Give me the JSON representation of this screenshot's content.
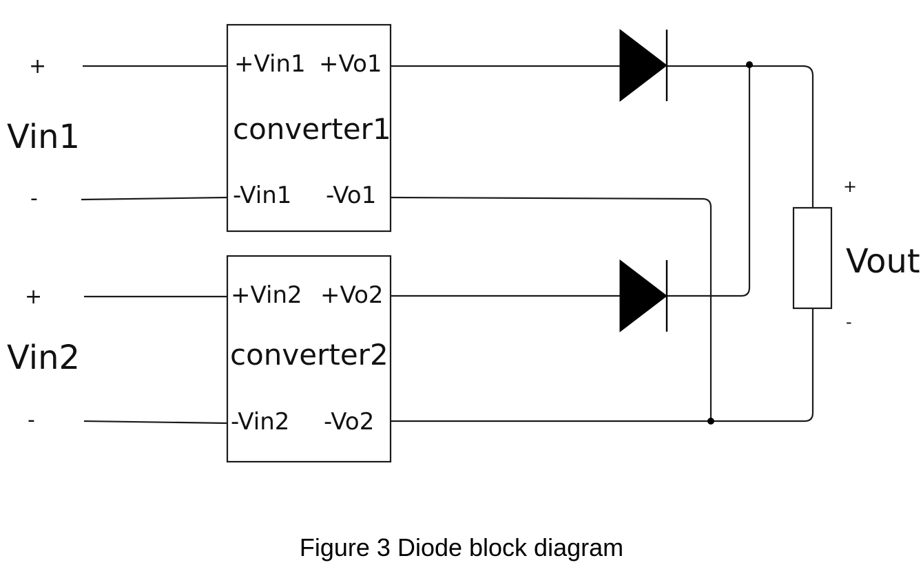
{
  "converters": [
    {
      "name": "converter1",
      "pin_in_pos": "+Vin1",
      "pin_out_pos": "+Vo1",
      "pin_in_neg": "-Vin1",
      "pin_out_neg": "-Vo1"
    },
    {
      "name": "converter2",
      "pin_in_pos": "+Vin2",
      "pin_out_pos": "+Vo2",
      "pin_in_neg": "-Vin2",
      "pin_out_neg": "-Vo2"
    }
  ],
  "inputs": [
    {
      "label": "Vin1",
      "plus": "+",
      "minus": "-"
    },
    {
      "label": "Vin2",
      "plus": "+",
      "minus": "-"
    }
  ],
  "output": {
    "label": "Vout",
    "plus": "+",
    "minus": "-"
  },
  "caption": "Figure 3 Diode block diagram",
  "colors": {
    "line": "#1a1a1a",
    "diode": "#000000",
    "background": "#ffffff"
  }
}
